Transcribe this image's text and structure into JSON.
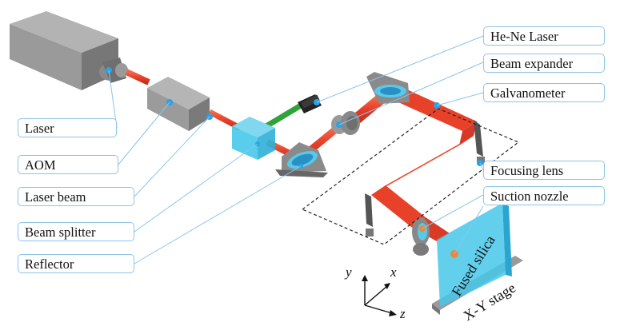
{
  "labels": {
    "laser": "Laser",
    "aom": "AOM",
    "laser_beam": "Laser beam",
    "beam_splitter": "Beam splitter",
    "reflector": "Reflector",
    "he_ne_laser": "He-Ne Laser",
    "beam_expander": "Beam expander",
    "galvanometer": "Galvanometer",
    "focusing_lens": "Focusing lens",
    "suction_nozzle": "Suction nozzle"
  },
  "stage": {
    "sample": "Fused silica",
    "stage": "X-Y stage"
  },
  "axes": {
    "x": "x",
    "y": "y",
    "z": "z"
  },
  "colors": {
    "beam": "#e8412a",
    "green_beam": "#2fa33a",
    "marker": "#29a3e6",
    "leader": "#8cc4ea",
    "glass": "#47c8ea",
    "body": "#8c8c8c"
  }
}
